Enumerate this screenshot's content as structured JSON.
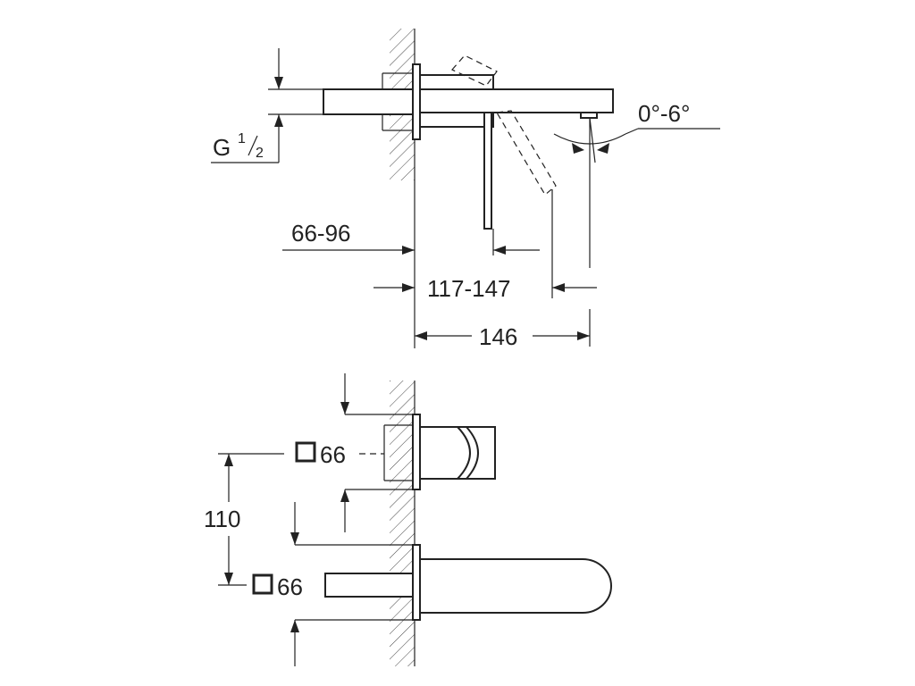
{
  "side_view": {
    "thread_label": "G",
    "thread_num": "1",
    "thread_den": "2",
    "angle_label": "0°-6°",
    "dim_wall_depth": "66-96",
    "dim_projection": "117-147",
    "dim_total": "146"
  },
  "front_view": {
    "rosette_top_size": "66",
    "rosette_bottom_size": "66",
    "dim_center_distance": "110"
  },
  "colors": {
    "line": "#222222",
    "background": "#ffffff"
  }
}
